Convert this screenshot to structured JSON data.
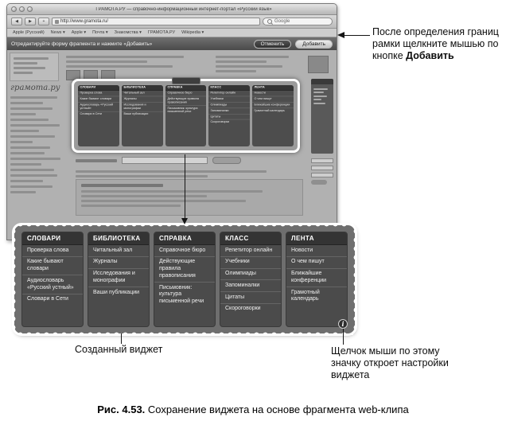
{
  "window": {
    "title": "ГРАМОТА.РУ — справочно-информационный интернет-портал «Русский язык»",
    "address": "http://www.gramota.ru/",
    "search_label": "Google",
    "bookmarks": [
      "Apple (Русский)",
      "News ▾",
      "Apple ▾",
      "Почта ▾",
      "Знакомства ▾",
      "ГРАМОТА.РУ",
      "Wikipedia ▾"
    ],
    "icons": {
      "back": "◀",
      "forward": "▶",
      "add_page": "+"
    },
    "clipbar": {
      "message": "Отредактируйте форму фрагмента и нажмите «Добавить»",
      "cancel_label": "Отменить",
      "add_label": "Добавить"
    },
    "page_logo": "грамота.ру"
  },
  "widget": {
    "columns": [
      {
        "title": "СЛОВАРИ",
        "items": [
          "Проверка слова",
          "Какие бывают словари",
          "Аудиословарь «Русский устный»",
          "Словари в Сети"
        ]
      },
      {
        "title": "БИБЛИОТЕКА",
        "items": [
          "Читальный зал",
          "Журналы",
          "Исследования и монографии",
          "Ваши публикации"
        ]
      },
      {
        "title": "СПРАВКА",
        "items": [
          "Справочное бюро",
          "Действующие правила правописания",
          "Письмовник: культура письменной речи"
        ]
      },
      {
        "title": "КЛАСС",
        "items": [
          "Репетитор онлайн",
          "Учебники",
          "Олимпиады",
          "Запоминалки",
          "Цитаты",
          "Скороговорки"
        ]
      },
      {
        "title": "ЛЕНТА",
        "items": [
          "Новости",
          "О чем пишут",
          "Ближайшие конференции",
          "Грамотный календарь"
        ]
      }
    ],
    "info_icon": "i"
  },
  "annotations": {
    "add": {
      "before": "После определения границ рамки щелкните мышью по кнопке ",
      "bold": "Добавить"
    },
    "widget_label": "Созданный виджет",
    "info_label": "Щелчок мыши по этому значку откроет настройки виджета"
  },
  "caption": {
    "bold": "Рис. 4.53.",
    "text": " Сохранение виджета на основе фрагмента web-клипа"
  }
}
